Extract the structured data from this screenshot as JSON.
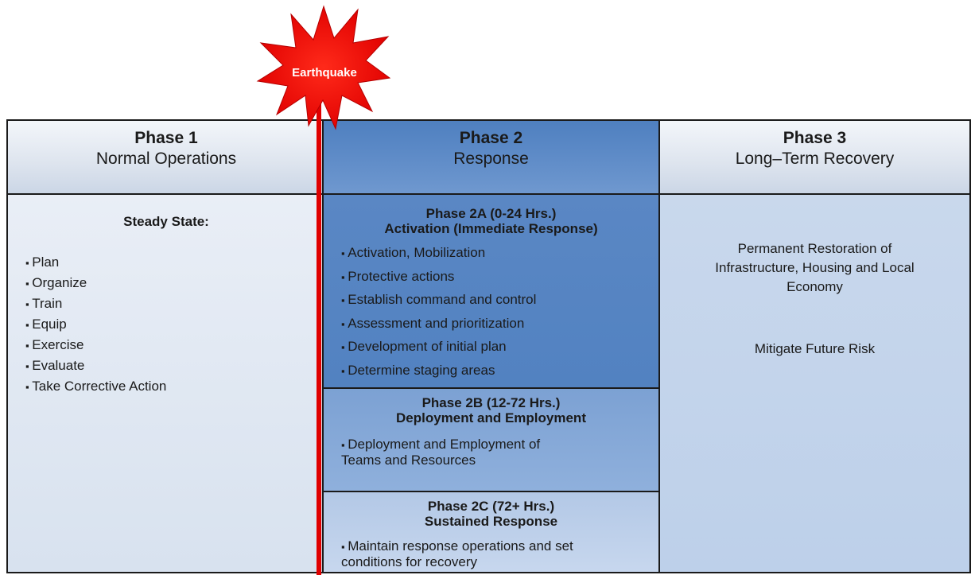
{
  "event_label": "Earthquake",
  "phase1": {
    "title": "Phase 1",
    "subtitle": "Normal Operations",
    "body_title": "Steady State:",
    "items": [
      "Plan",
      "Organize",
      "Train",
      "Equip",
      "Exercise",
      "Evaluate",
      "Take Corrective Action"
    ]
  },
  "phase2": {
    "title": "Phase 2",
    "subtitle": "Response",
    "a": {
      "title1": "Phase 2A (0-24 Hrs.)",
      "title2": "Activation (Immediate Response)",
      "items": [
        "Activation, Mobilization",
        "Protective actions",
        "Establish command and control",
        "Assessment and prioritization",
        "Development of initial plan",
        "Determine staging areas"
      ]
    },
    "b": {
      "title1": "Phase 2B (12-72 Hrs.)",
      "title2": "Deployment and Employment",
      "item_line1": "Deployment and Employment of",
      "item_line2": "Teams and Resources"
    },
    "c": {
      "title1": "Phase 2C (72+ Hrs.)",
      "title2": "Sustained Response",
      "item_line1": "Maintain response operations and set",
      "item_line2": "conditions for recovery"
    }
  },
  "phase3": {
    "title": "Phase 3",
    "subtitle": "Long–Term Recovery",
    "para1_line1": "Permanent Restoration of",
    "para1_line2": "Infrastructure, Housing and Local",
    "para1_line3": "Economy",
    "para2": "Mitigate Future Risk"
  },
  "colors": {
    "event_marker": "#e00000",
    "phase2_dark": "#4f80c0",
    "phase2_mid": "#7ca1d3",
    "phase2_light": "#b3c8e6",
    "panel_light": "#dde4ee"
  }
}
